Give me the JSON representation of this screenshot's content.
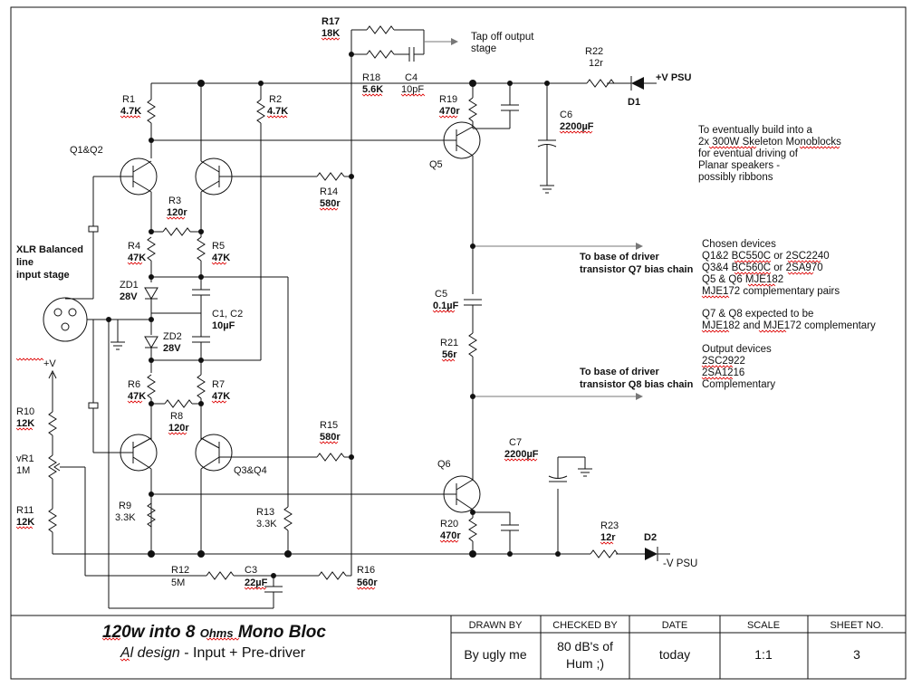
{
  "components": {
    "R17": {
      "ref": "R17",
      "val": "18K"
    },
    "R18": {
      "ref": "R18",
      "val": "5.6K"
    },
    "C4": {
      "ref": "C4",
      "val": "10pF"
    },
    "R22": {
      "ref": "R22",
      "val": "12r"
    },
    "R1": {
      "ref": "R1",
      "val": "4.7K"
    },
    "R2": {
      "ref": "R2",
      "val": "4.7K"
    },
    "R19": {
      "ref": "R19",
      "val": "470r"
    },
    "C6": {
      "ref": "C6",
      "val": "2200µF"
    },
    "R3": {
      "ref": "R3",
      "val": "120r"
    },
    "R14": {
      "ref": "R14",
      "val": "580r"
    },
    "R4": {
      "ref": "R4",
      "val": "47K"
    },
    "R5": {
      "ref": "R5",
      "val": "47K"
    },
    "ZD1": {
      "ref": "ZD1",
      "val": "28V"
    },
    "C1C2": {
      "ref": "C1, C2",
      "val": "10µF"
    },
    "ZD2": {
      "ref": "ZD2",
      "val": "28V"
    },
    "C5": {
      "ref": "C5",
      "val": "0.1µF"
    },
    "R21": {
      "ref": "R21",
      "val": "56r"
    },
    "R6": {
      "ref": "R6",
      "val": "47K"
    },
    "R7": {
      "ref": "R7",
      "val": "47K"
    },
    "R8": {
      "ref": "R8",
      "val": "120r"
    },
    "R10": {
      "ref": "R10",
      "val": "12K"
    },
    "VR1": {
      "ref": "vR1",
      "val": "1M"
    },
    "R11": {
      "ref": "R11",
      "val": "12K"
    },
    "R15": {
      "ref": "R15",
      "val": "580r"
    },
    "C7": {
      "ref": "C7",
      "val": "2200µF"
    },
    "R9": {
      "ref": "R9",
      "val": "3.3K"
    },
    "R13": {
      "ref": "R13",
      "val": "3.3K"
    },
    "R20": {
      "ref": "R20",
      "val": "470r"
    },
    "R23": {
      "ref": "R23",
      "val": "12r"
    },
    "R12": {
      "ref": "R12",
      "val": "5M"
    },
    "C3": {
      "ref": "C3",
      "val": "22µF"
    },
    "R16": {
      "ref": "R16",
      "val": "560r"
    }
  },
  "labels": {
    "tap_off_1": "Tap off output",
    "tap_off_2": "stage",
    "vplus_psu": "+V PSU",
    "vminus_psu": "-V PSU",
    "d1": "D1",
    "d2": "D2",
    "q1q2": "Q1&Q2",
    "q3q4": "Q3&Q4",
    "q5": "Q5",
    "q6": "Q6",
    "xlr_1": "XLR Balanced",
    "xlr_2": "line",
    "xlr_3": "input stage",
    "vplus": "+V",
    "q7_base_1": "To base of driver",
    "q7_base_2": "transistor Q7 bias chain",
    "q8_base_1": "To base of driver",
    "q8_base_2": "transistor Q8 bias chain"
  },
  "notes": {
    "build": [
      "To eventually build into a",
      "2x 300W Skeleton Monoblocks",
      "for eventual driving of",
      "Planar speakers -",
      "possibly ribbons"
    ],
    "chosen": [
      "Chosen devices",
      "Q1&2 BC550C or 2SC2240",
      "Q3&4 BC560C or 2SA970",
      "Q5 & Q6 MJE182",
      "MJE172 complementary pairs"
    ],
    "q7q8": [
      "Q7 & Q8 expected to be",
      "MJE182 and MJE172 complementary"
    ],
    "output": [
      "Output devices",
      "2SC2922",
      "2SA1216",
      "Complementary"
    ]
  },
  "title_block": {
    "title_main": "120w into 8 ",
    "title_ohms": "Ohms",
    "title_end": " Mono Bloc",
    "subtitle_a": "Al design",
    "subtitle_b": " - Input + Pre-driver",
    "drawn_by_head": "DRAWN BY",
    "drawn_by": "By ugly me",
    "checked_by_head": "CHECKED BY",
    "checked_by_1": "80 dB's of",
    "checked_by_2": "Hum ;)",
    "date_head": "DATE",
    "date": "today",
    "scale_head": "SCALE",
    "scale": "1:1",
    "sheet_head": "SHEET NO.",
    "sheet": "3"
  },
  "colors": {
    "line": "#111111",
    "spellcheck": "#dd0000",
    "arrow": "#777777"
  }
}
